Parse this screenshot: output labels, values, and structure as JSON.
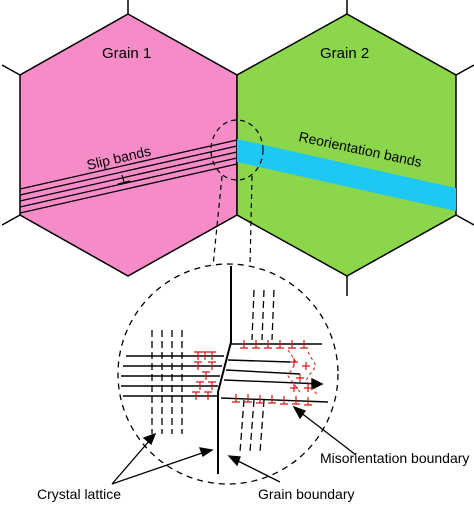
{
  "labels": {
    "grain1": "Grain 1",
    "grain2": "Grain 2",
    "slip_bands": "Slip bands",
    "reorientation_bands": "Reorientation bands",
    "crystal_lattice": "Crystal lattice",
    "grain_boundary": "Grain boundary",
    "misorientation_boundary": "Misorientation boundary"
  },
  "colors": {
    "grain1_fill": "#f58cc8",
    "grain2_fill": "#8bd64a",
    "reorientation_band_fill": "#1ec8f5",
    "dislocation": "#d01818",
    "outline": "#000000"
  }
}
